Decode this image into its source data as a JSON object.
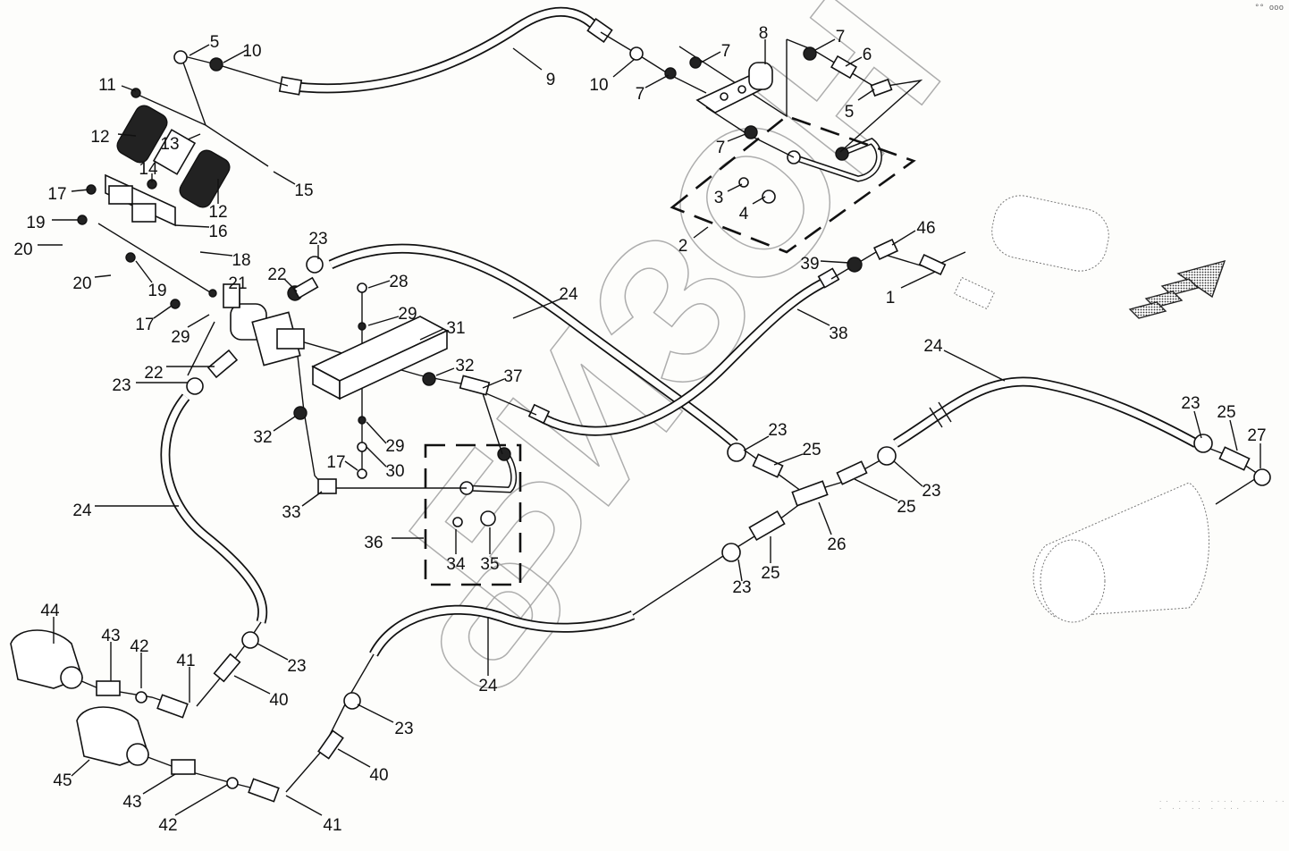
{
  "diagram": {
    "title": "Pneumatic brake system – parts diagram",
    "watermark": "БИЗОН",
    "corner_marks": "°° ooo",
    "footer_code": "·· ···· ···· ···· ·· · ·· ·· · ···",
    "callouts": [
      {
        "id": "c1",
        "label": "1"
      },
      {
        "id": "c2",
        "label": "2"
      },
      {
        "id": "c3",
        "label": "3"
      },
      {
        "id": "c4",
        "label": "4"
      },
      {
        "id": "c5a",
        "label": "5"
      },
      {
        "id": "c5b",
        "label": "5"
      },
      {
        "id": "c6",
        "label": "6"
      },
      {
        "id": "c7a",
        "label": "7"
      },
      {
        "id": "c7b",
        "label": "7"
      },
      {
        "id": "c7c",
        "label": "7"
      },
      {
        "id": "c7d",
        "label": "7"
      },
      {
        "id": "c8",
        "label": "8"
      },
      {
        "id": "c9",
        "label": "9"
      },
      {
        "id": "c10a",
        "label": "10"
      },
      {
        "id": "c10b",
        "label": "10"
      },
      {
        "id": "c11",
        "label": "11"
      },
      {
        "id": "c12a",
        "label": "12"
      },
      {
        "id": "c12b",
        "label": "12"
      },
      {
        "id": "c13",
        "label": "13"
      },
      {
        "id": "c14",
        "label": "14"
      },
      {
        "id": "c15",
        "label": "15"
      },
      {
        "id": "c16",
        "label": "16"
      },
      {
        "id": "c17a",
        "label": "17"
      },
      {
        "id": "c17b",
        "label": "17"
      },
      {
        "id": "c17c",
        "label": "17"
      },
      {
        "id": "c18",
        "label": "18"
      },
      {
        "id": "c19a",
        "label": "19"
      },
      {
        "id": "c19b",
        "label": "19"
      },
      {
        "id": "c20a",
        "label": "20"
      },
      {
        "id": "c20b",
        "label": "20"
      },
      {
        "id": "c21",
        "label": "21"
      },
      {
        "id": "c22a",
        "label": "22"
      },
      {
        "id": "c22b",
        "label": "22"
      },
      {
        "id": "c23a",
        "label": "23"
      },
      {
        "id": "c23b",
        "label": "23"
      },
      {
        "id": "c23c",
        "label": "23"
      },
      {
        "id": "c23d",
        "label": "23"
      },
      {
        "id": "c23e",
        "label": "23"
      },
      {
        "id": "c23f",
        "label": "23"
      },
      {
        "id": "c23g",
        "label": "23"
      },
      {
        "id": "c23h",
        "label": "23"
      },
      {
        "id": "c24a",
        "label": "24"
      },
      {
        "id": "c24b",
        "label": "24"
      },
      {
        "id": "c24c",
        "label": "24"
      },
      {
        "id": "c24d",
        "label": "24"
      },
      {
        "id": "c25a",
        "label": "25"
      },
      {
        "id": "c25b",
        "label": "25"
      },
      {
        "id": "c25c",
        "label": "25"
      },
      {
        "id": "c25d",
        "label": "25"
      },
      {
        "id": "c26",
        "label": "26"
      },
      {
        "id": "c27",
        "label": "27"
      },
      {
        "id": "c28",
        "label": "28"
      },
      {
        "id": "c29a",
        "label": "29"
      },
      {
        "id": "c29b",
        "label": "29"
      },
      {
        "id": "c29c",
        "label": "29"
      },
      {
        "id": "c30",
        "label": "30"
      },
      {
        "id": "c31",
        "label": "31"
      },
      {
        "id": "c32a",
        "label": "32"
      },
      {
        "id": "c32b",
        "label": "32"
      },
      {
        "id": "c33",
        "label": "33"
      },
      {
        "id": "c34",
        "label": "34"
      },
      {
        "id": "c35",
        "label": "35"
      },
      {
        "id": "c36",
        "label": "36"
      },
      {
        "id": "c37",
        "label": "37"
      },
      {
        "id": "c38",
        "label": "38"
      },
      {
        "id": "c39",
        "label": "39"
      },
      {
        "id": "c40a",
        "label": "40"
      },
      {
        "id": "c40b",
        "label": "40"
      },
      {
        "id": "c41a",
        "label": "41"
      },
      {
        "id": "c41b",
        "label": "41"
      },
      {
        "id": "c42a",
        "label": "42"
      },
      {
        "id": "c42b",
        "label": "42"
      },
      {
        "id": "c43a",
        "label": "43"
      },
      {
        "id": "c43b",
        "label": "43"
      },
      {
        "id": "c44",
        "label": "44"
      },
      {
        "id": "c45",
        "label": "45"
      },
      {
        "id": "c46",
        "label": "46"
      }
    ]
  }
}
